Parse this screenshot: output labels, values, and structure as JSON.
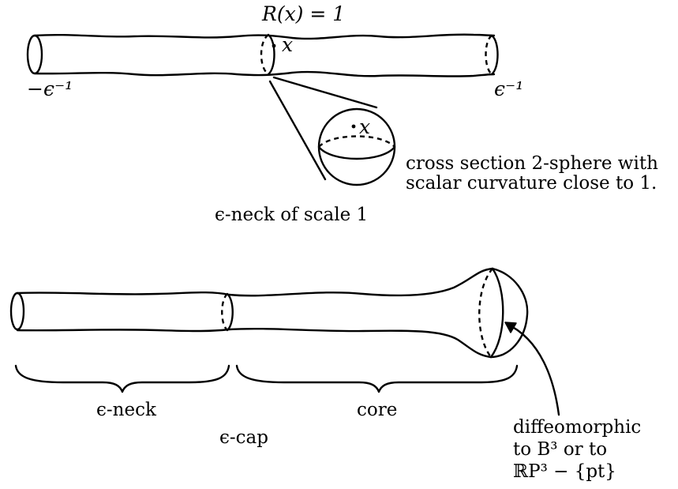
{
  "top": {
    "curvature_label": "R(x) = 1",
    "point_label": "x",
    "left_end_label": "−ϵ⁻¹",
    "right_end_label": "ϵ⁻¹",
    "sphere_point_label": "x",
    "cross_section_line1": "cross section 2-sphere with",
    "cross_section_line2": "scalar curvature close to 1.",
    "neck_caption": "ϵ-neck of scale 1"
  },
  "bottom": {
    "neck_label": "ϵ-neck",
    "core_label": "core",
    "cap_label": "ϵ-cap",
    "diffeo_line1": "diffeomorphic",
    "diffeo_line2": "to B³ or to",
    "diffeo_line3": "ℝP³ − {pt}"
  }
}
